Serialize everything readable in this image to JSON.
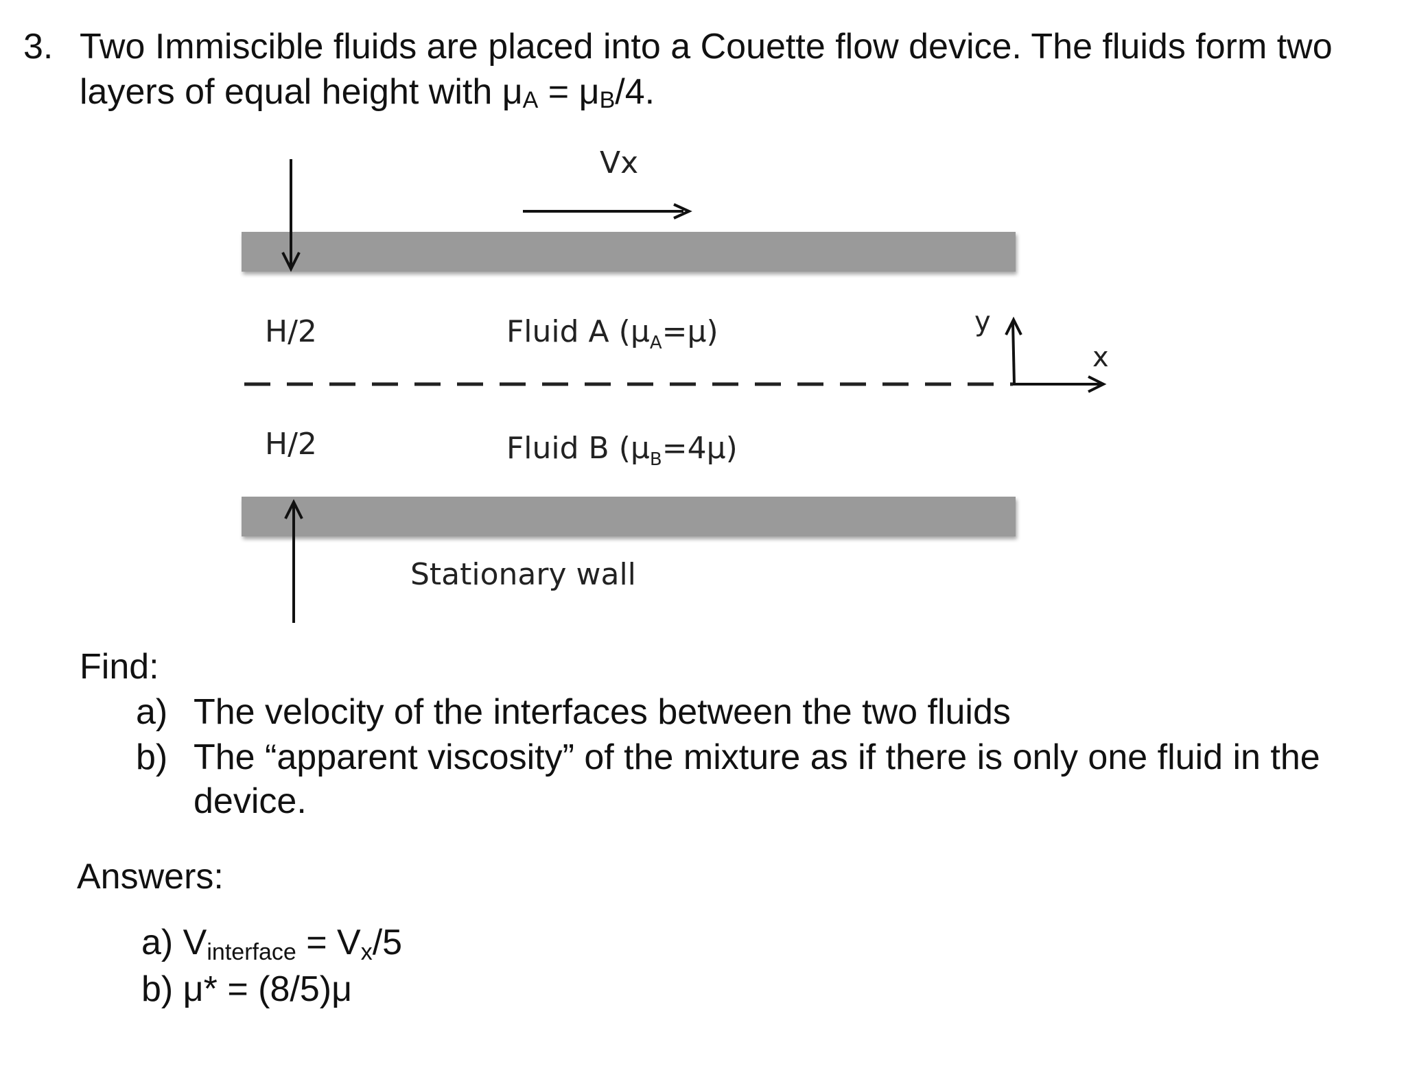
{
  "problem": {
    "number": "3.",
    "line1": "Two Immiscible fluids are placed into a Couette flow device. The fluids form two",
    "line2_prefix": "layers of equal height with μ",
    "line2_sub_a": "A",
    "line2_mid": " = μ",
    "line2_sub_b": "B",
    "line2_suffix": "/4."
  },
  "diagram": {
    "velocity_label": "Vx",
    "upper_height_label": "H/2",
    "lower_height_label": "H/2",
    "fluid_a_prefix": "Fluid A (μ",
    "fluid_a_sub": "A",
    "fluid_a_suffix": "=μ)",
    "fluid_b_prefix": "Fluid B (μ",
    "fluid_b_sub": "B",
    "fluid_b_suffix": "=4μ)",
    "y_axis_label": "y",
    "x_axis_label": "x",
    "wall_label": "Stationary wall",
    "plate_color": "#9a9a9a"
  },
  "find": {
    "title": "Find:",
    "items": [
      {
        "letter": "a)",
        "text": "The velocity of the interfaces between the two fluids"
      },
      {
        "letter": "b)",
        "text": "The “apparent viscosity” of the mixture as if there is only one fluid in the",
        "continuation": "device."
      }
    ]
  },
  "answers": {
    "title": "Answers:",
    "a_prefix": "a) V",
    "a_sub": "interface",
    "a_mid": " = V",
    "a_sub2": "x",
    "a_suffix": "/5",
    "b_text": "b) μ* = (8/5)μ"
  }
}
